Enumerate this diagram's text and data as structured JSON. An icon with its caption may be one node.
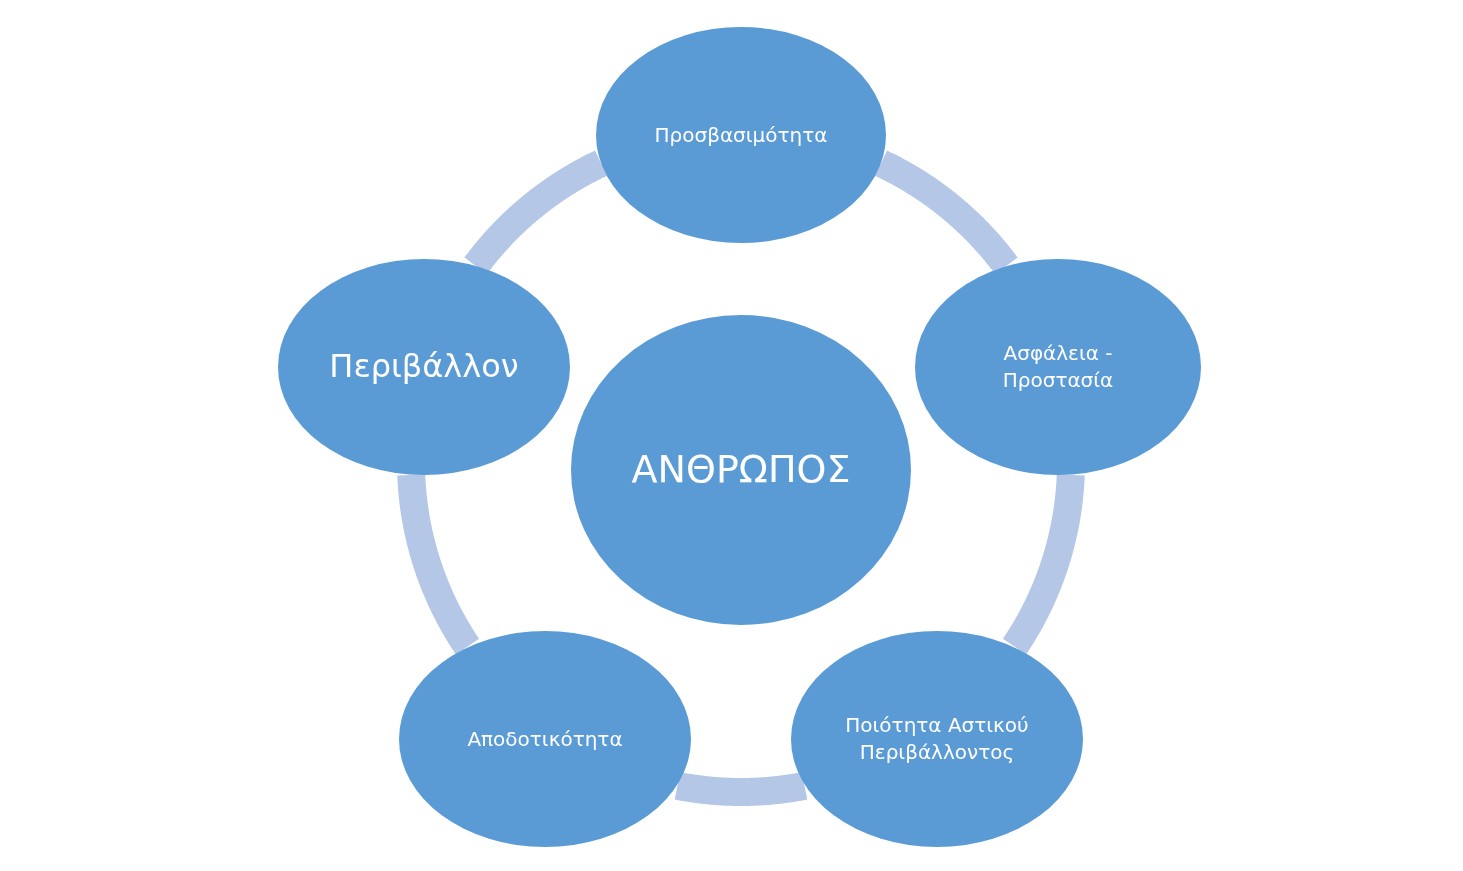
{
  "diagram": {
    "nodes": [
      {
        "text": [
          "Προσβασιμότητα"
        ]
      },
      {
        "text": [
          "Περιβάλλον"
        ]
      },
      {
        "text": [
          "Ασφάλεια - Προστασία"
        ]
      },
      {
        "text": [
          "ΑΝΘΡΩΠΟΣ"
        ]
      },
      {
        "text": [
          "Αποδοτικότητα"
        ]
      },
      {
        "text": [
          "Ποιότητα Αστικού Περιβάλλοντος"
        ]
      }
    ],
    "edges": [
      {
        "from": 0,
        "to": 2,
        "arrow": "none"
      },
      {
        "from": 2,
        "to": 5,
        "arrow": "none"
      },
      {
        "from": 5,
        "to": 4,
        "arrow": "none"
      },
      {
        "from": 4,
        "to": 1,
        "arrow": "none"
      },
      {
        "from": 1,
        "to": 0,
        "arrow": "none"
      }
    ]
  }
}
